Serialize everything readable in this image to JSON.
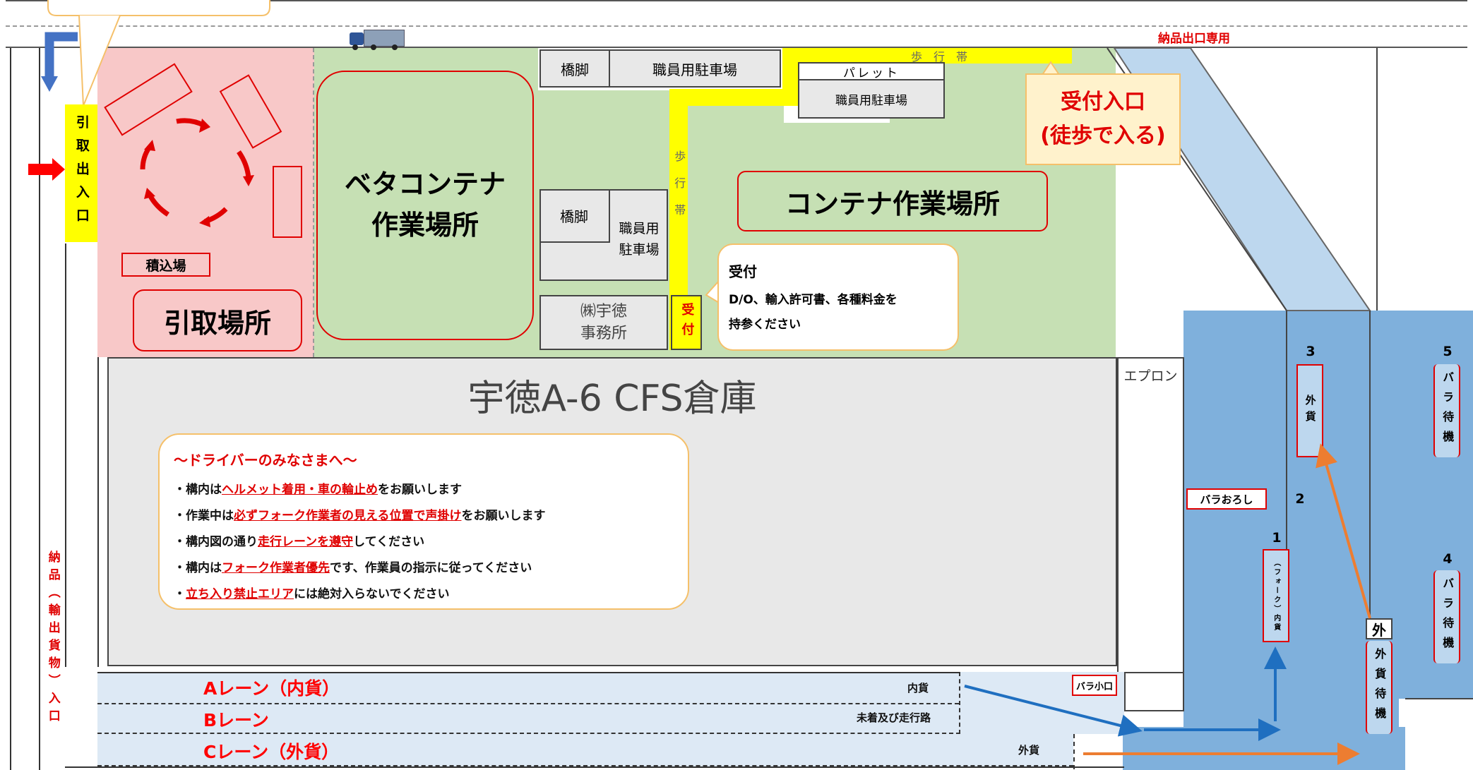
{
  "road": {
    "north_exit_label": "納品出口専用",
    "west_pickup_gate": "引取出入口",
    "west_delivery_gate": "納品（輸出貨物）入口"
  },
  "pickup_area": {
    "title": "引取場所",
    "loading_label": "積込場"
  },
  "beta_container": {
    "title_line1": "ベタコンテナ",
    "title_line2": "作業場所"
  },
  "container_area": {
    "title": "コンテナ作業場所"
  },
  "structures": {
    "pier_top": "橋脚",
    "staff_parking_top": "職員用駐車場",
    "pallet": "パレット",
    "staff_parking_right": "職員用駐車場",
    "pier_mid": "橋脚",
    "staff_parking_mid_line1": "職員用",
    "staff_parking_mid_line2": "駐車場",
    "office_line1": "㈱宇徳",
    "office_line2": "事務所",
    "walkway_horizontal": "歩　行　帯",
    "walkway_vertical": "歩行帯",
    "reception_small": "受付"
  },
  "reception_entrance": {
    "line1": "受付入口",
    "line2": "(徒歩で入る)"
  },
  "reception_note": {
    "title": "受付",
    "body_line1": "D/O、輸入許可書、各種料金を",
    "body_line2": "持参ください"
  },
  "warehouse": {
    "title": "宇徳A-6 CFS倉庫",
    "apron": "エプロン"
  },
  "driver_notice": {
    "heading": "～ドライバーのみなさまへ～",
    "items": [
      {
        "pre": "・構内は",
        "em": "ヘルメット着用・車の輪止め",
        "post": "をお願いします"
      },
      {
        "pre": "・作業中は",
        "em": "必ずフォーク作業者の見える位置で声掛け",
        "post": "をお願いします"
      },
      {
        "pre": "・構内図の通り",
        "em": "走行レーンを遵守",
        "post": "してください"
      },
      {
        "pre": "・構内は",
        "em": "フォーク作業者優先",
        "post": "です、作業員の指示に従ってください"
      },
      {
        "pre": "・",
        "em": "立ち入り禁止エリア",
        "post": "には絶対入らないでください"
      }
    ]
  },
  "lanes": {
    "a": "Aレーン（内貨）",
    "b": "Bレーン",
    "c": "Cレーン（外貨）",
    "a_tag": "内貨",
    "b_tag": "未着及び走行路",
    "c_tag": "外貨",
    "bara_small": "バラ小口"
  },
  "bays": {
    "b1_num": "1",
    "b1_label": "（フォーク）内貨",
    "b2_num": "2",
    "b2_label": "バラおろし",
    "b3_num": "3",
    "b3_label": "外貨",
    "b4_num": "4",
    "b4_label": "バラ待機",
    "b5_num": "5",
    "b5_label": "バラ待機",
    "waiting_head": "外",
    "waiting_label": "外貨待機"
  },
  "colors": {
    "pickup_pink": "#f8c8c8",
    "work_green": "#c6e0b4",
    "walkway_yellow": "#ffff00",
    "bay_blue": "#7fb0dc",
    "lane_blue": "#dde9f5",
    "warehouse_gray": "#e8e8e8",
    "accent_red": "#ff0000",
    "entrance_fill": "#fff2cc"
  }
}
